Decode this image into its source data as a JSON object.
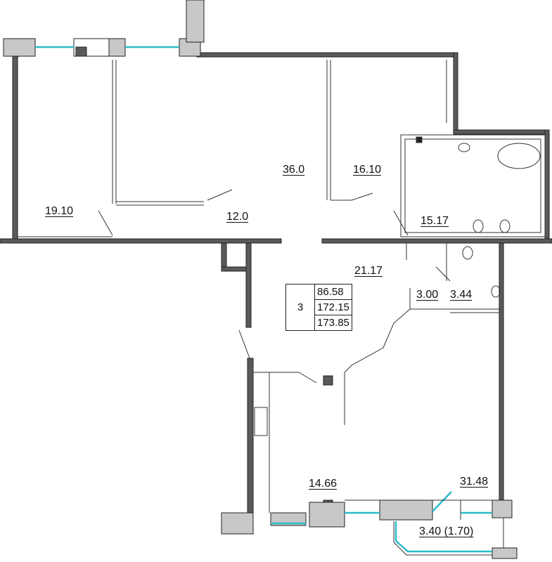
{
  "rooms": [
    {
      "id": "room-1",
      "area": "19.10"
    },
    {
      "id": "room-2",
      "area": "36.0"
    },
    {
      "id": "room-3",
      "area": "16.10"
    },
    {
      "id": "hall",
      "area": "12.0"
    },
    {
      "id": "bathroom-1",
      "area": "15.17"
    },
    {
      "id": "hall-2",
      "area": "21.17"
    },
    {
      "id": "wc",
      "area": "3.00"
    },
    {
      "id": "bathroom-2",
      "area": "3.44"
    },
    {
      "id": "kitchen",
      "area": "14.66"
    },
    {
      "id": "living",
      "area": "31.48"
    },
    {
      "id": "balcony",
      "area": "3.40 (1.70)"
    }
  ],
  "summary": {
    "room_count": "3",
    "living_area": "86.58",
    "total_area": "172.15",
    "total_area_with_balcony": "173.85"
  },
  "colors": {
    "wall": "#5a5a5a",
    "column": "#c8c8c8",
    "glass": "#2bbcc8"
  }
}
